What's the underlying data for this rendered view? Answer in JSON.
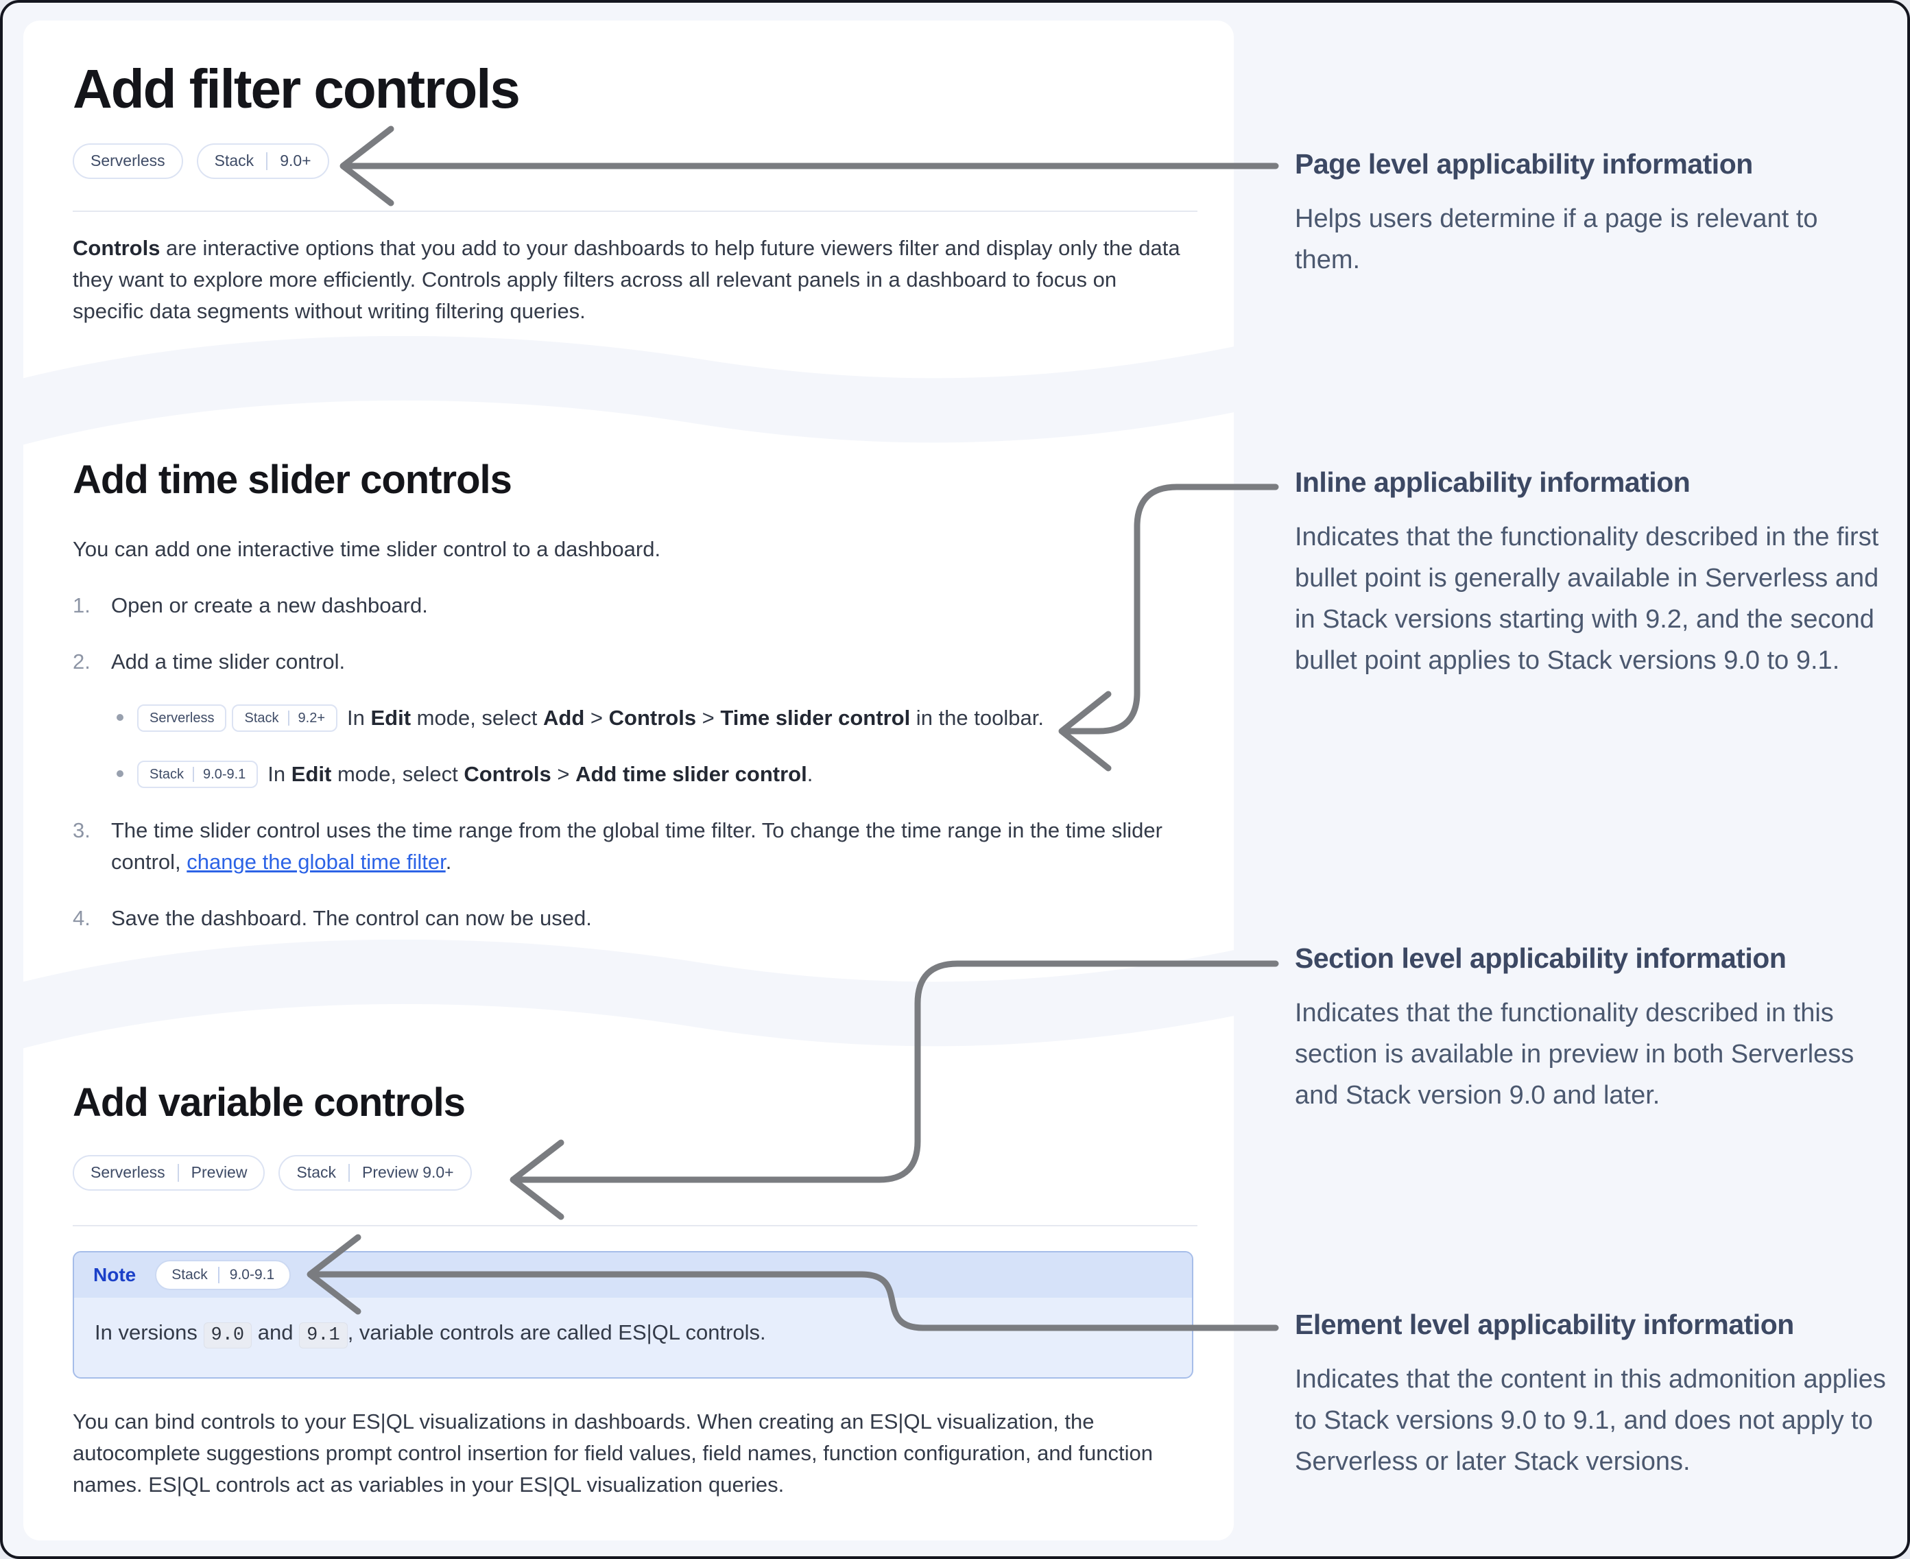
{
  "window": {
    "bg_color": "#f4f6fb",
    "frame_border_color": "#14161f",
    "arrow_color": "#7a7c80",
    "link_color": "#2c63e6",
    "note_label_color": "#1b40c8"
  },
  "article": {
    "section1": {
      "title": "Add filter controls",
      "badges": [
        {
          "parts": [
            "Serverless"
          ]
        },
        {
          "parts": [
            "Stack",
            "9.0+"
          ]
        }
      ],
      "paragraph": [
        "Controls",
        " are interactive options that you add to your dashboards to help future viewers filter and display only the data they want to explore more efficiently. Controls apply filters across all relevant panels in a dashboard to focus on specific data segments without writing filtering queries."
      ]
    },
    "section2": {
      "title": "Add time slider controls",
      "intro": "You can add one interactive time slider control to a dashboard.",
      "steps": [
        {
          "num": "1.",
          "text": "Open or create a new dashboard."
        },
        {
          "num": "2.",
          "text": "Add a time slider control."
        },
        {
          "num": "3.",
          "segments": [
            "The time slider control uses the time range from the global time filter. To change the time range in the time slider control, ",
            "change the global time filter",
            "."
          ]
        },
        {
          "num": "4.",
          "text": "Save the dashboard. The control can now be used."
        }
      ],
      "bullets": [
        {
          "badges": [
            {
              "parts": [
                "Serverless"
              ]
            },
            {
              "parts": [
                "Stack",
                "9.2+"
              ]
            }
          ],
          "segments": [
            "In ",
            "Edit",
            " mode, select ",
            "Add",
            " > ",
            "Controls",
            " > ",
            "Time slider control",
            " in the toolbar."
          ]
        },
        {
          "badges": [
            {
              "parts": [
                "Stack",
                "9.0-9.1"
              ]
            }
          ],
          "segments": [
            "In ",
            "Edit",
            " mode, select ",
            "Controls",
            " > ",
            "Add time slider control",
            "."
          ]
        }
      ]
    },
    "section3": {
      "title": "Add variable controls",
      "badges": [
        {
          "parts": [
            "Serverless",
            "Preview"
          ]
        },
        {
          "parts": [
            "Stack",
            "Preview 9.0+"
          ]
        }
      ],
      "note": {
        "label": "Note",
        "badge": {
          "parts": [
            "Stack",
            "9.0-9.1"
          ]
        },
        "segments": [
          "In versions ",
          "9.0",
          " and ",
          "9.1",
          ", variable controls are called ES|QL controls."
        ]
      },
      "paragraph": "You can bind controls to your ES|QL visualizations in dashboards. When creating an ES|QL visualization, the autocomplete suggestions prompt control insertion for field values, field names, function configuration, and function names. ES|QL controls act as variables in your ES|QL visualization queries."
    }
  },
  "annotations": [
    {
      "title": "Page level applicability information",
      "body": "Helps users determine if a page is relevant to them."
    },
    {
      "title": "Inline applicability information",
      "body": "Indicates that the functionality described in the first bullet point is generally available in Serverless and in Stack versions starting with 9.2, and the second bullet point applies to Stack versions 9.0 to 9.1."
    },
    {
      "title": "Section level applicability information",
      "body": "Indicates that the functionality described in this section is available in preview in both Serverless and Stack version 9.0 and later."
    },
    {
      "title": "Element level applicability information",
      "body": "Indicates that the content in this admonition applies to Stack versions 9.0 to 9.1, and does not apply to Serverless or later Stack versions."
    }
  ]
}
